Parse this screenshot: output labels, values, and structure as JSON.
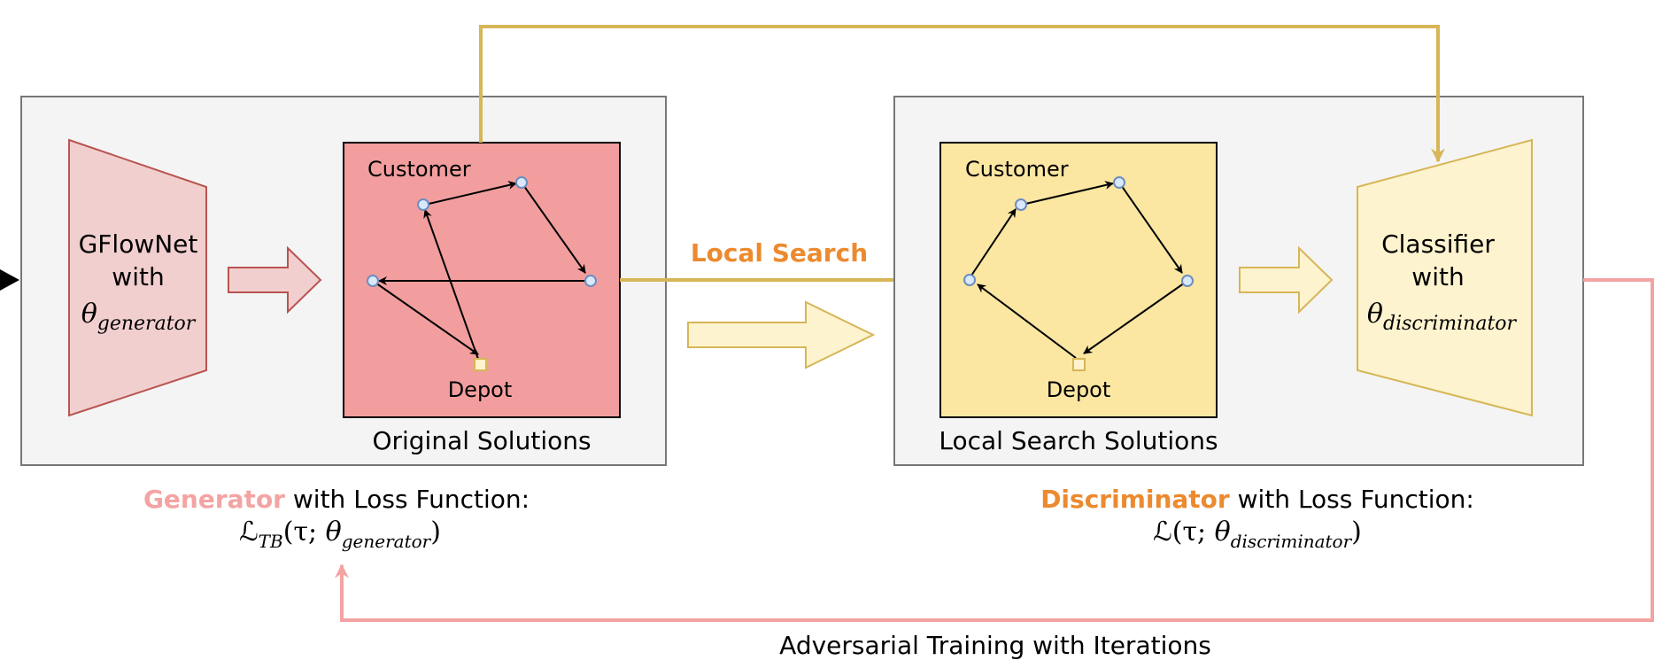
{
  "colors": {
    "panel_fill": "#f4f4f4",
    "panel_stroke": "#777777",
    "generator_fill": "#f2cfcf",
    "generator_stroke": "#b85450",
    "original_fill": "#f29e9e",
    "local_fill": "#fbe6a2",
    "classifier_fill": "#fdf3cf",
    "gold": "#d6b656",
    "pink": "#f4a3a3",
    "orange": "#ec8a2f",
    "node_fill": "#dae8fc",
    "node_stroke": "#6c8ebf",
    "depot_fill": "#fff2cc"
  },
  "generator": {
    "line1": "GFlowNet",
    "line2": "with",
    "theta": "θ",
    "theta_sub": "generator"
  },
  "original": {
    "customer_label": "Customer",
    "depot_label": "Depot",
    "caption": "Original Solutions"
  },
  "local": {
    "customer_label": "Customer",
    "depot_label": "Depot",
    "caption": "Local Search Solutions"
  },
  "local_search_label": "Local Search",
  "classifier": {
    "line1": "Classifier",
    "line2": "with",
    "theta": "θ",
    "theta_sub": "discriminator"
  },
  "generator_loss": {
    "title_accent": "Generator",
    "title_rest": " with Loss Function:",
    "script_L": "ℒ",
    "sub": "TB",
    "open": "(τ; ",
    "theta": "θ",
    "theta_sub": "generator",
    "close": ")"
  },
  "discriminator_loss": {
    "title_accent": "Discriminator",
    "title_rest": " with Loss Function:",
    "script_L": "ℒ",
    "open": "(τ; ",
    "theta": "θ",
    "theta_sub": "discriminator",
    "close": ")"
  },
  "adversarial_label": "Adversarial Training with Iterations"
}
